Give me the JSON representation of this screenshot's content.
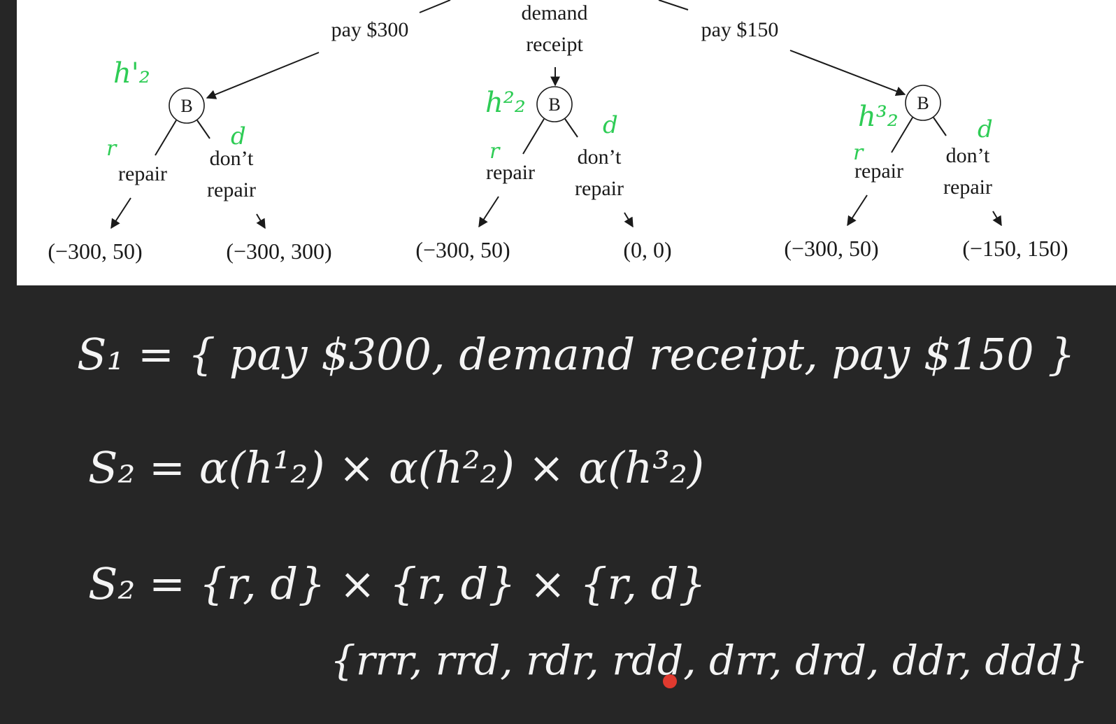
{
  "tree": {
    "top_actions": [
      {
        "label": "pay $300"
      },
      {
        "label_line1": "demand",
        "label_line2": "receipt"
      },
      {
        "label": "pay $150"
      }
    ],
    "node_label": "B",
    "subtrees": [
      {
        "history_mark": "h'₂",
        "left_mark": "r",
        "right_mark": "d",
        "left_action": "repair",
        "right_line1": "don’t",
        "right_line2": "repair",
        "payoff_left": "(−300, 50)",
        "payoff_right": "(−300, 300)"
      },
      {
        "history_mark": "h²₂",
        "left_mark": "r",
        "right_mark": "d",
        "left_action": "repair",
        "right_line1": "don’t",
        "right_line2": "repair",
        "payoff_left": "(−300, 50)",
        "payoff_right": "(0, 0)"
      },
      {
        "history_mark": "h³₂",
        "left_mark": "r",
        "right_mark": "d",
        "left_action": "repair",
        "right_line1": "don’t",
        "right_line2": "repair",
        "payoff_left": "(−300, 50)",
        "payoff_right": "(−150, 150)"
      }
    ],
    "colors": {
      "ink": "#1a1a1a",
      "annotation": "#2ecc55"
    }
  },
  "notes": {
    "line1": "S₁ = { pay $300, demand receipt, pay $150 }",
    "line2": "S₂ = α(h¹₂) × α(h²₂) × α(h³₂)",
    "line3": "S₂ = {r, d} × {r, d} × {r, d}",
    "line4": "{rrr, rrd, rdr, rdd, drr, drd, ddr, ddd}",
    "colors": {
      "background": "#262626",
      "ink": "#f4f4f4",
      "pointer": "#e03a2f"
    }
  }
}
